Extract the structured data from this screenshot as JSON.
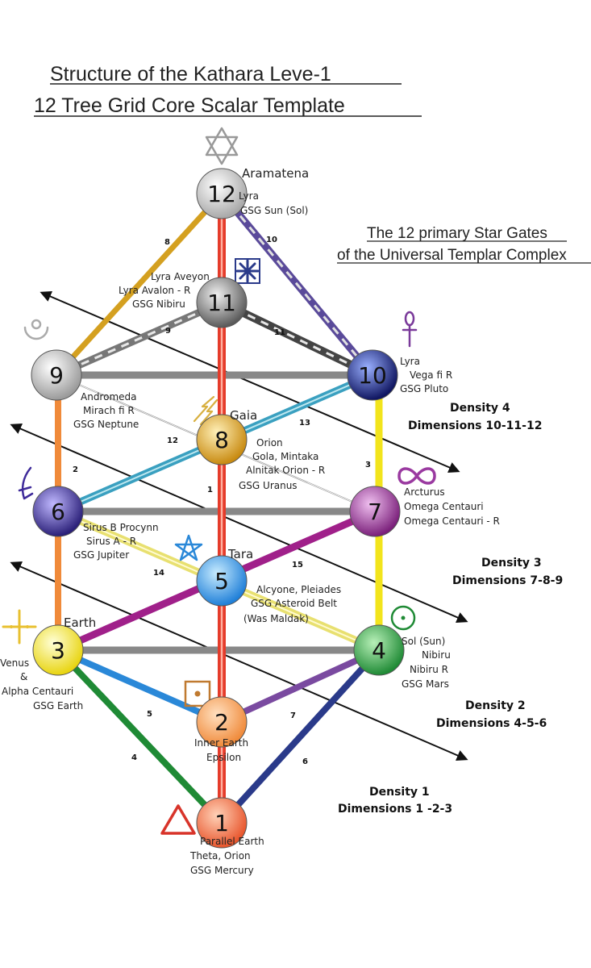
{
  "title_line1": "Structure of the Kathara Leve-1",
  "title_line2": "12 Tree Grid Core Scalar Template",
  "subtitle_line1": "The 12 primary Star Gates",
  "subtitle_line2": "of the Universal Templar Complex",
  "colors": {
    "n1": "#e8552c",
    "n2": "#f08a3a",
    "n3": "#f2e41c",
    "n4": "#2ea043",
    "n5": "#2a8fe0",
    "n6": "#3e2a8c",
    "n7": "#8a2a8c",
    "n8": "#e0a520",
    "n9": "#c8c8c8",
    "n10": "#1e2a8c",
    "n11": "#9a9a9a",
    "n12": "#d8d8d8",
    "center": "#e53b2a"
  },
  "nodes": [
    {
      "id": "1",
      "label": "1",
      "name": "",
      "info": [
        "Parallel Earth",
        "Theta, Orion",
        "GSG Mercury"
      ]
    },
    {
      "id": "2",
      "label": "2",
      "name": "",
      "info": [
        "Inner Earth",
        "Epsilon"
      ]
    },
    {
      "id": "3",
      "label": "3",
      "name": "Earth",
      "info": [
        "Venus",
        "&",
        "Alpha Centauri",
        "GSG Earth"
      ]
    },
    {
      "id": "4",
      "label": "4",
      "name": "",
      "info": [
        "Sol (Sun)",
        "Nibiru",
        "Nibiru R",
        "GSG Mars"
      ]
    },
    {
      "id": "5",
      "label": "5",
      "name": "Tara",
      "info": [
        "Alcyone, Pleiades",
        "GSG Asteroid Belt",
        "(Was Maldak)"
      ]
    },
    {
      "id": "6",
      "label": "6",
      "name": "",
      "info": [
        "Sirus B Procynn",
        "Sirus A - R",
        "GSG Jupiter"
      ]
    },
    {
      "id": "7",
      "label": "7",
      "name": "",
      "info": [
        "Arcturus",
        "Omega Centauri",
        "Omega Centauri - R"
      ]
    },
    {
      "id": "8",
      "label": "8",
      "name": "Gaia",
      "info": [
        "Orion",
        "Gola, Mintaka",
        "Alnitak Orion - R",
        "GSG Uranus"
      ]
    },
    {
      "id": "9",
      "label": "9",
      "name": "",
      "info": [
        "Andromeda",
        "Mirach fi R",
        "GSG Neptune"
      ]
    },
    {
      "id": "10",
      "label": "10",
      "name": "",
      "info": [
        "Lyra",
        "Vega fi R",
        "GSG Pluto"
      ]
    },
    {
      "id": "11",
      "label": "11",
      "name": "",
      "info": [
        "Lyra Aveyon",
        "Lyra Avalon - R",
        "GSG Nibiru"
      ]
    },
    {
      "id": "12",
      "label": "12",
      "name": "Aramatena",
      "info": [
        "Lyra",
        "GSG Sun (Sol)"
      ]
    }
  ],
  "edge_numbers": [
    "1",
    "2",
    "3",
    "4",
    "5",
    "6",
    "7",
    "8",
    "9",
    "10",
    "11",
    "12",
    "13",
    "14",
    "15"
  ],
  "densities": [
    {
      "name": "Density 4",
      "dims": "Dimensions 10-11-12"
    },
    {
      "name": "Density 3",
      "dims": "Dimensions 7-8-9"
    },
    {
      "name": "Density 2",
      "dims": "Dimensions 4-5-6"
    },
    {
      "name": "Density 1",
      "dims": "Dimensions 1 -2-3"
    }
  ]
}
